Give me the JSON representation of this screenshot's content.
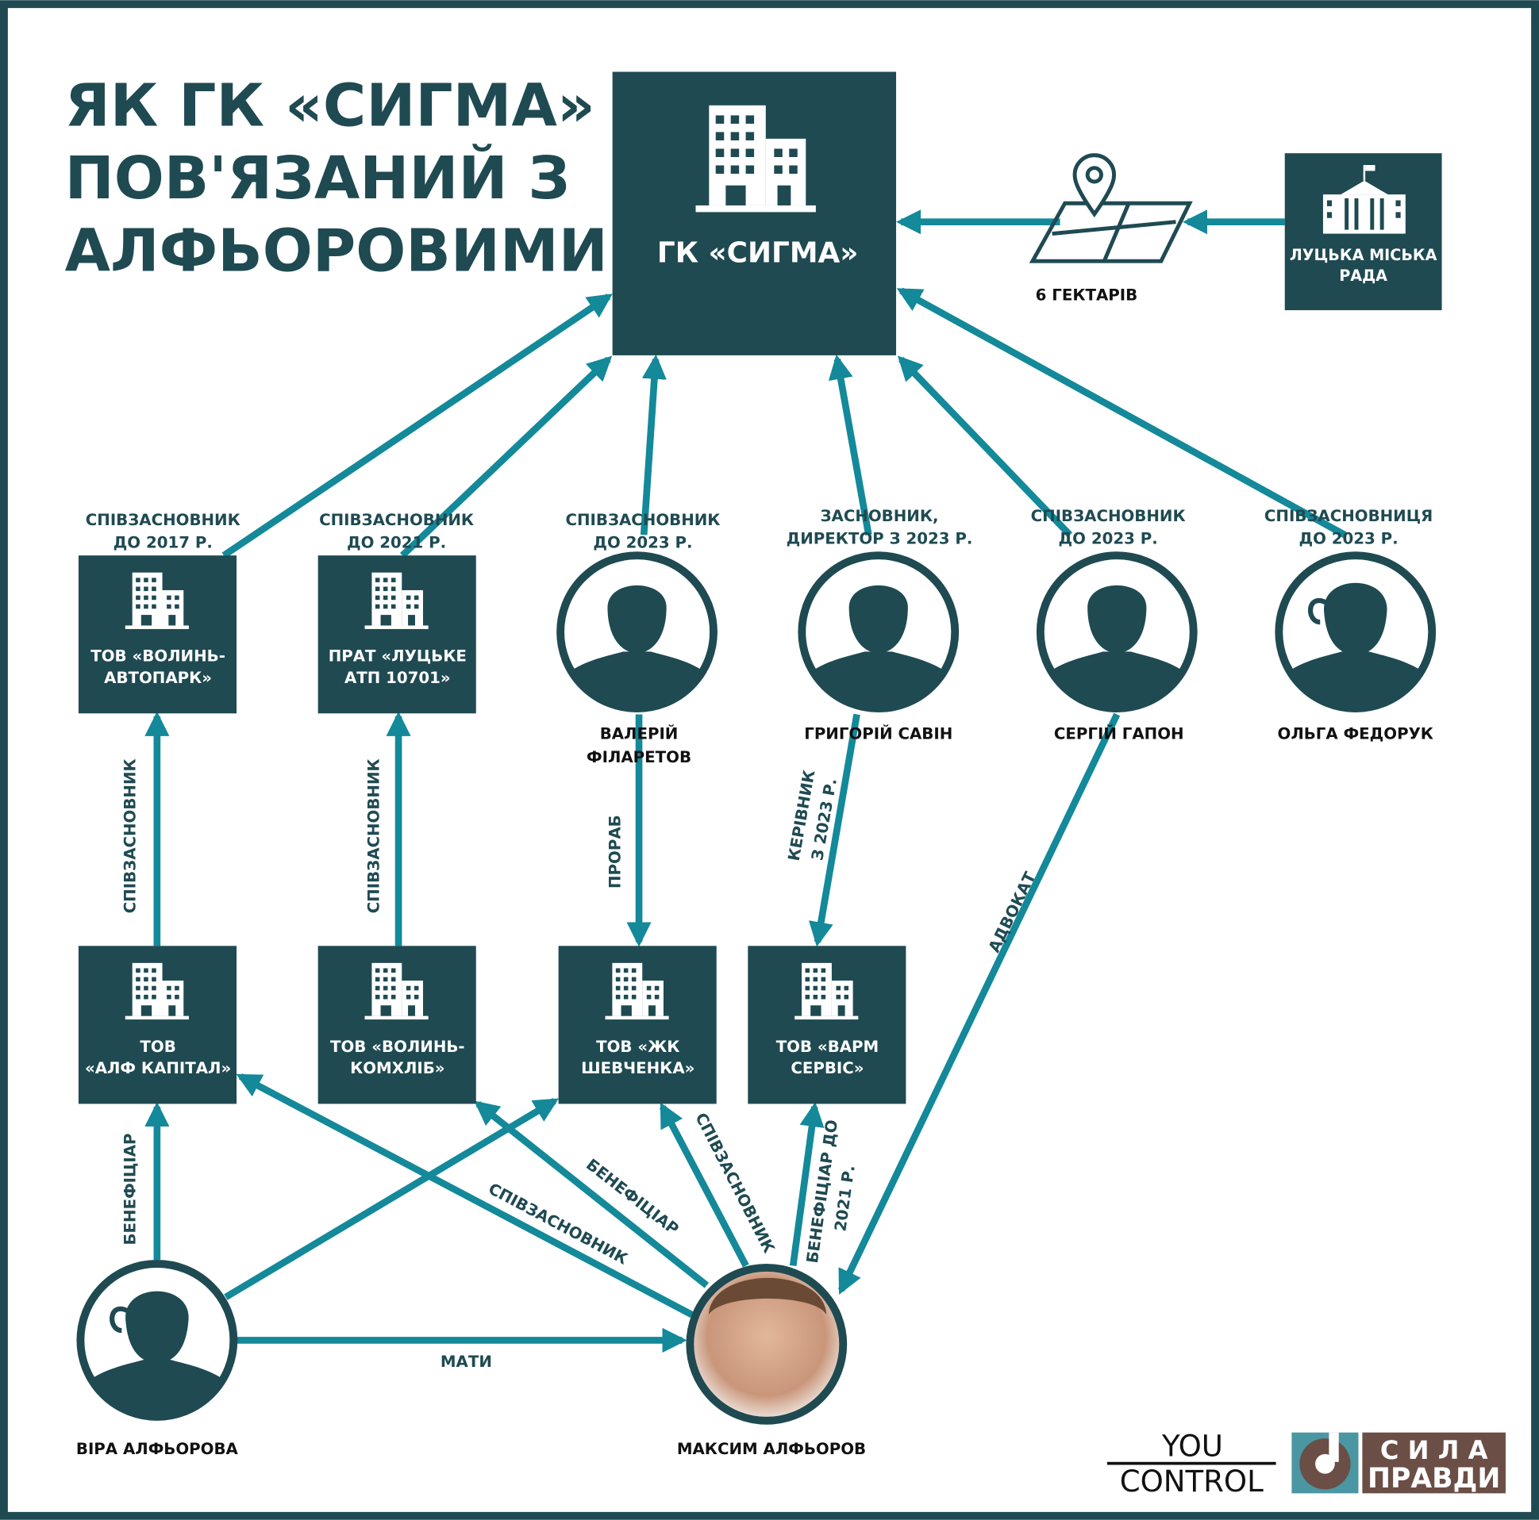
{
  "title": [
    "ЯК ГК «СИГМА»",
    "ПОВ'ЯЗАНИЙ З",
    "АЛФЬОРОВИМИ"
  ],
  "colors": {
    "dark": "#1f4a52",
    "teal": "#13899a",
    "brown": "#6b4e45",
    "logo_teal": "#4a97a3"
  },
  "sigma": {
    "label": "ГК «СИГМА»",
    "icon": "building-icon"
  },
  "council": {
    "lines": [
      "ЛУЦЬКА МІСЬКА",
      "РАДА"
    ],
    "icon": "city-hall-icon"
  },
  "land": {
    "label": "6 ГЕКТАРІВ",
    "icon": "map-pin-icon"
  },
  "companies": {
    "volyn_autopark": [
      "ТОВ «ВОЛИНЬ-",
      "АВТОПАРК»"
    ],
    "lutske_atp": [
      "ПРАТ «ЛУЦЬКЕ",
      "АТП 10701»"
    ],
    "alf_capital": [
      "ТОВ",
      "«АЛФ КАПІТАЛ»"
    ],
    "volyn_komkhlib": [
      "ТОВ «ВОЛИНЬ-",
      "КОМХЛІБ»"
    ],
    "zhk_shevchenka": [
      "ТОВ «ЖК",
      "ШЕВЧЕНКА»"
    ],
    "varm_service": [
      "ТОВ «ВАРМ",
      "СЕРВІС»"
    ]
  },
  "people": {
    "filaretov": [
      "ВАЛЕРІЙ",
      "ФІЛАРЕТОВ"
    ],
    "savin": "ГРИГОРІЙ САВІН",
    "hapon": "СЕРГІЙ ГАПОН",
    "fedoruk": "ОЛЬГА ФЕДОРУК",
    "vira": "ВІРА АЛФЬОРОВА",
    "maksym": "МАКСИМ АЛФЬОРОВ"
  },
  "roles": {
    "autopark": [
      "СПІВЗАСНОВНИК",
      "ДО 2017 Р."
    ],
    "atp": [
      "СПІВЗАСНОВНИК",
      "ДО 2021 Р."
    ],
    "filaretov": [
      "СПІВЗАСНОВНИК",
      "ДО 2023 Р."
    ],
    "savin": [
      "ЗАСНОВНИК,",
      "ДИРЕКТОР З 2023 Р."
    ],
    "hapon": [
      "СПІВЗАСНОВНИК",
      "ДО 2023 Р."
    ],
    "fedoruk": [
      "СПІВЗАСНОВНИЦЯ",
      "ДО 2023 Р."
    ]
  },
  "edges": {
    "alf_to_autopark": "СПІВЗАСНОВНИК",
    "komkhlib_to_atp": "СПІВЗАСНОВНИК",
    "prorab": "ПРОРАБ",
    "kerivnyk": [
      "КЕРІВНИК",
      "З 2023 Р."
    ],
    "advokat": "АДВОКАТ",
    "vira_benef": "БЕНЕФІЦІАР",
    "maty": "МАТИ",
    "maksym_alf": "СПІВЗАСНОВНИК",
    "maksym_komkhlib": "БЕНЕФІЦІАР",
    "maksym_zhk": "СПІВЗАСНОВНИК",
    "maksym_varm": [
      "БЕНЕФІЦІАР ДО",
      "2021 Р."
    ]
  },
  "logos": {
    "youcontrol": [
      "YOU",
      "CONTROL"
    ],
    "syla_pravdy": [
      "С И Л А",
      "ПРАВДИ"
    ]
  }
}
